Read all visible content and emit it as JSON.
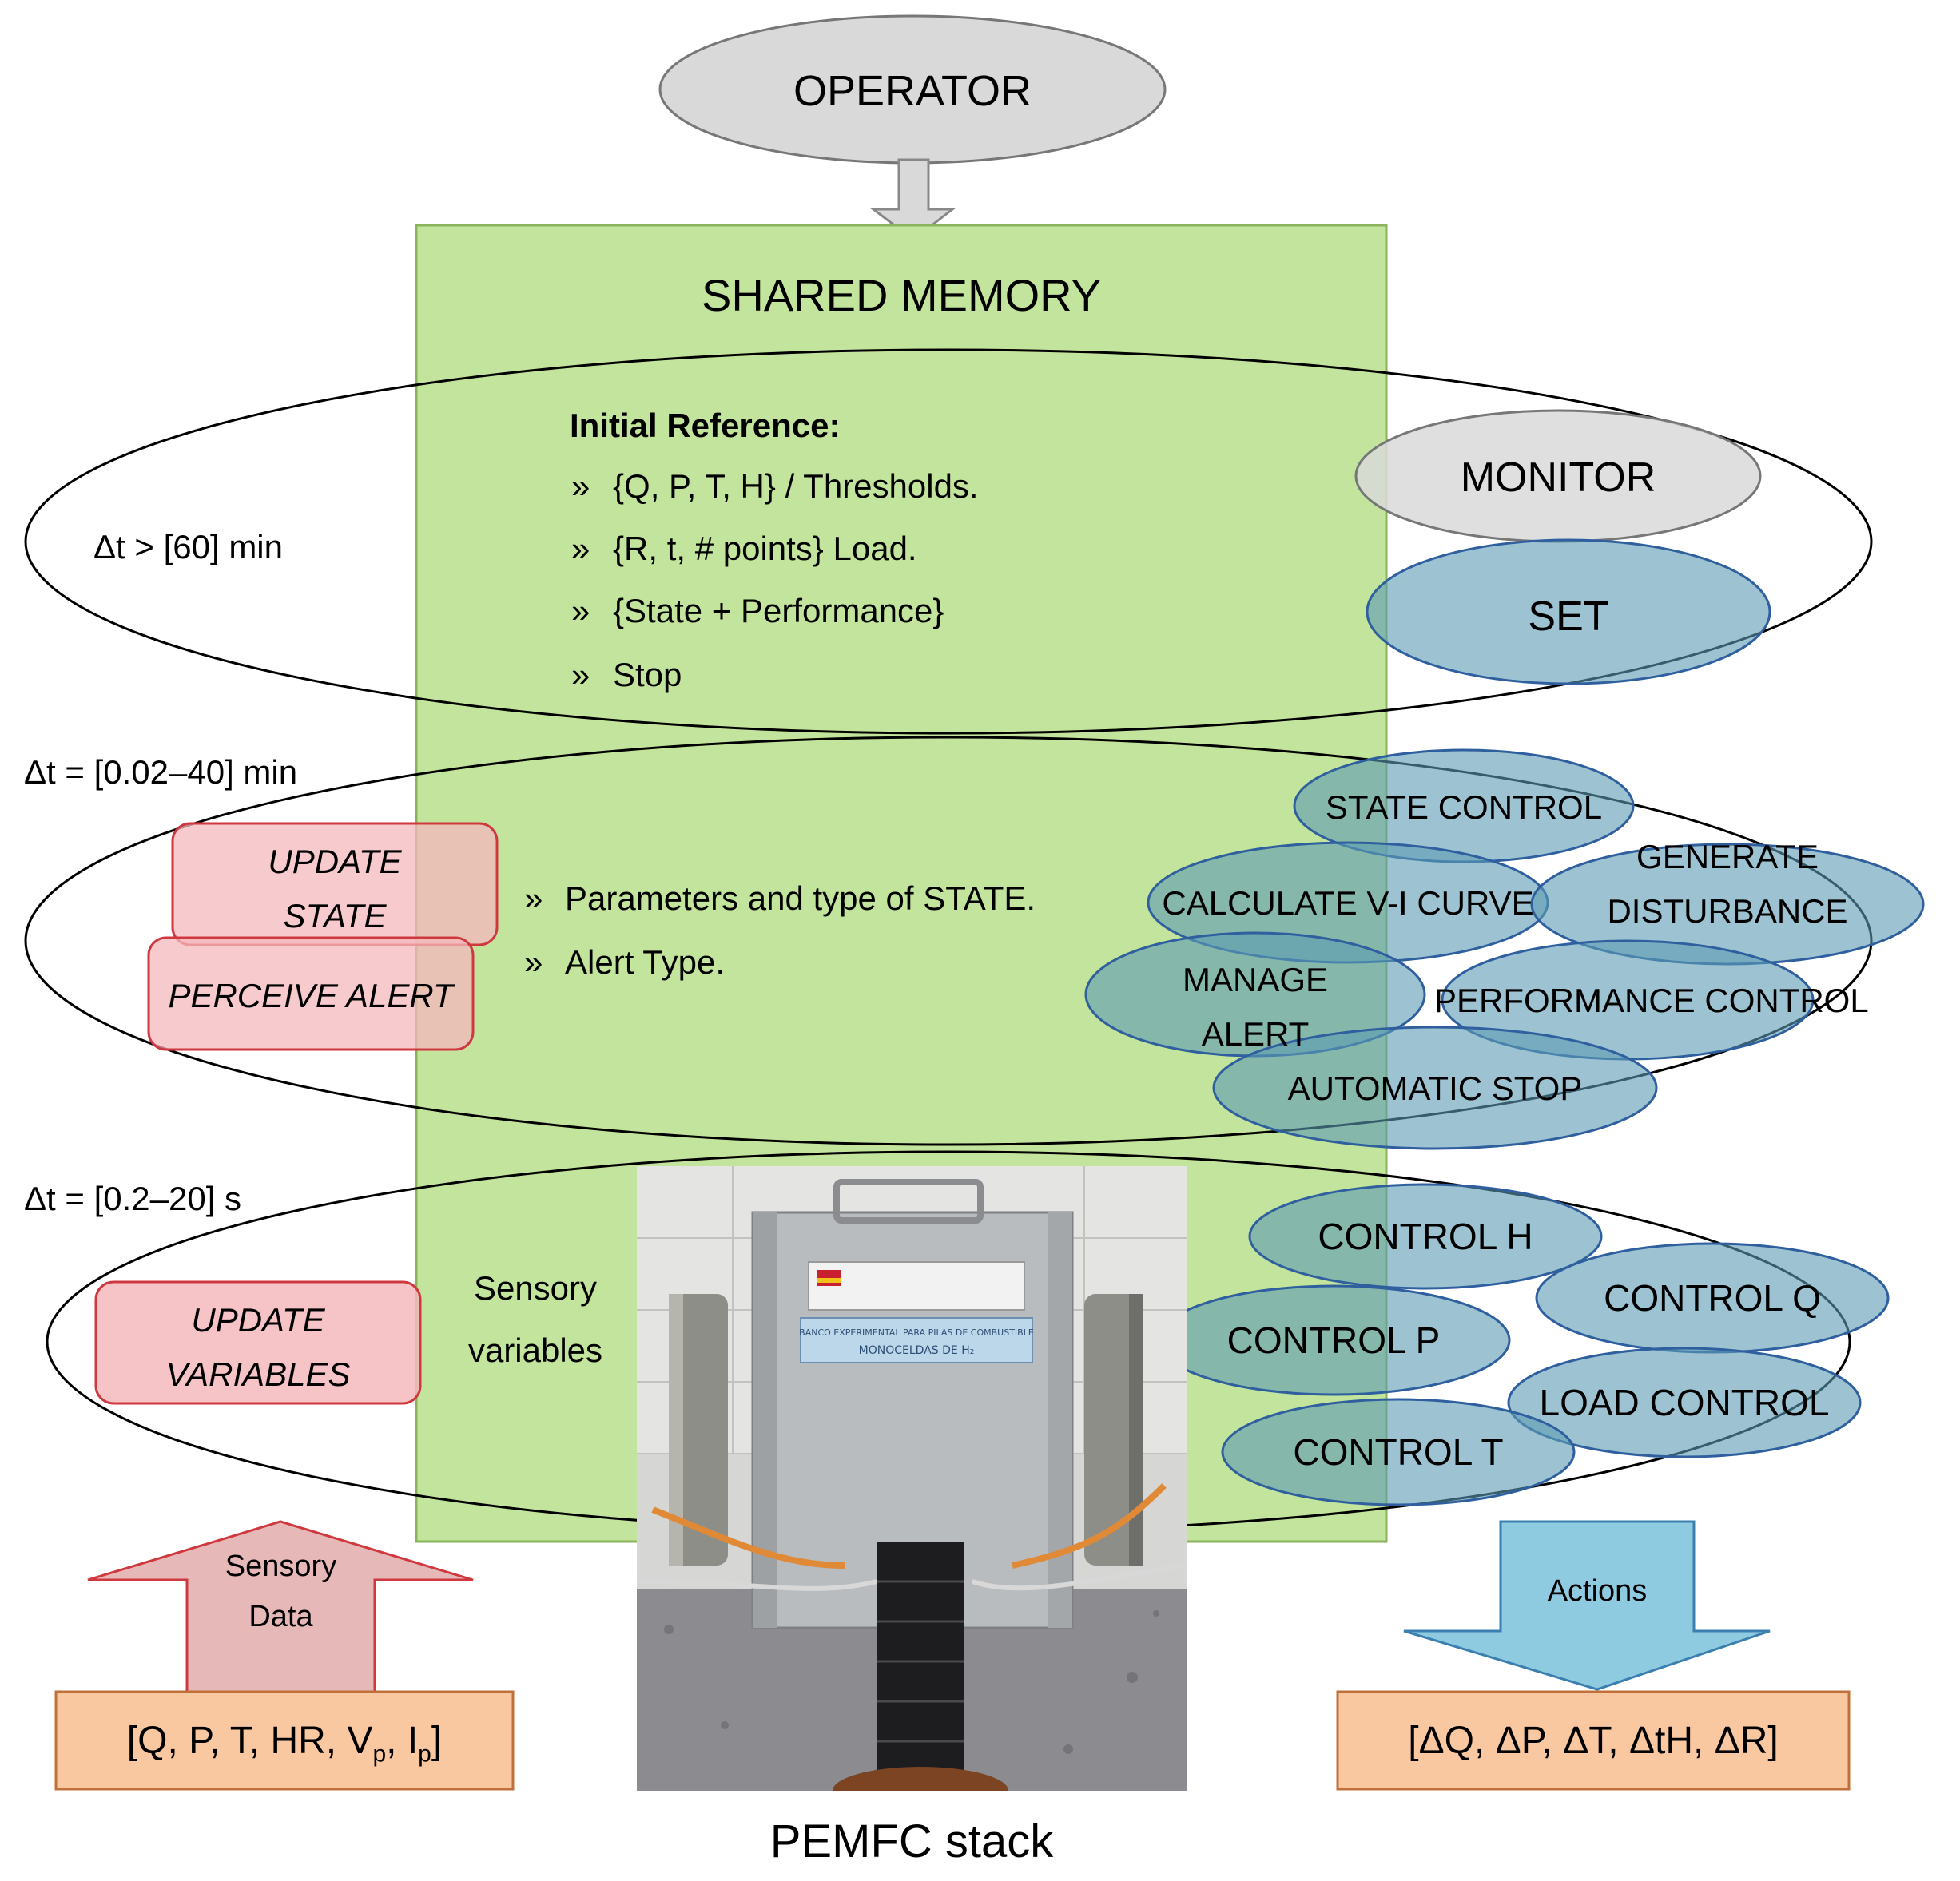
{
  "operator": {
    "label": "OPERATOR"
  },
  "shared_memory": {
    "title": "SHARED MEMORY",
    "initial_reference": {
      "heading": "Initial Reference:",
      "items": [
        "{Q, P, T, H} / Thresholds.",
        "{R, t, # points} Load.",
        "{State + Performance}",
        "Stop"
      ]
    },
    "state_items": [
      "Parameters and type of STATE.",
      "Alert Type."
    ],
    "sensory_variables": [
      "Sensory",
      "variables"
    ]
  },
  "bullet": "»",
  "layers": [
    {
      "time_label": "Δt > [60] min"
    },
    {
      "time_label": "Δt = [0.02–40] min"
    },
    {
      "time_label": "Δt = [0.2–20] s"
    }
  ],
  "monitor": "MONITOR",
  "set": "SET",
  "red_tasks": {
    "update_state": [
      "UPDATE",
      "STATE"
    ],
    "perceive_alert": "PERCEIVE ALERT",
    "update_variables": [
      "UPDATE",
      "VARIABLES"
    ]
  },
  "blue_tasks": {
    "state_control": "STATE CONTROL",
    "calculate_vi_curve": "CALCULATE V-I CURVE",
    "generate_disturbance": [
      "GENERATE",
      "DISTURBANCE"
    ],
    "manage_alert": [
      "MANAGE",
      "ALERT"
    ],
    "performance_control": "PERFORMANCE CONTROL",
    "automatic_stop": "AUTOMATIC STOP",
    "control_h": "CONTROL H",
    "control_q": "CONTROL Q",
    "control_p": "CONTROL P",
    "load_control": "LOAD CONTROL",
    "control_t": "CONTROL T"
  },
  "sensory_data_arrow": [
    "Sensory",
    "Data"
  ],
  "actions_arrow": "Actions",
  "inputs_box": {
    "main": "[Q, P, T, HR, V",
    "sub1": "p",
    "sep": ", I",
    "sub2": "p",
    "end": "]"
  },
  "outputs_box": "[ΔQ, ΔP, ΔT, ΔtH, ΔR]",
  "photo": {
    "panel_title": "BANCO EXPERIMENTAL PARA PILAS DE COMBUSTIBLE",
    "panel_subtitle": "MONOCELDAS DE H₂"
  },
  "caption": "PEMFC stack",
  "colors": {
    "shared_memory_fill": "#c3e49c",
    "grey_ellipse": "#d9d9d9",
    "blue_ellipse": "#5b9bb4",
    "red_box": "#f4b8bd",
    "red_border": "#d0383f",
    "orange_box": "#f9c7a0",
    "orange_border": "#c0703a",
    "actions_arrow": "#8fcbe0",
    "sensory_arrow": "#e6b8b8"
  }
}
